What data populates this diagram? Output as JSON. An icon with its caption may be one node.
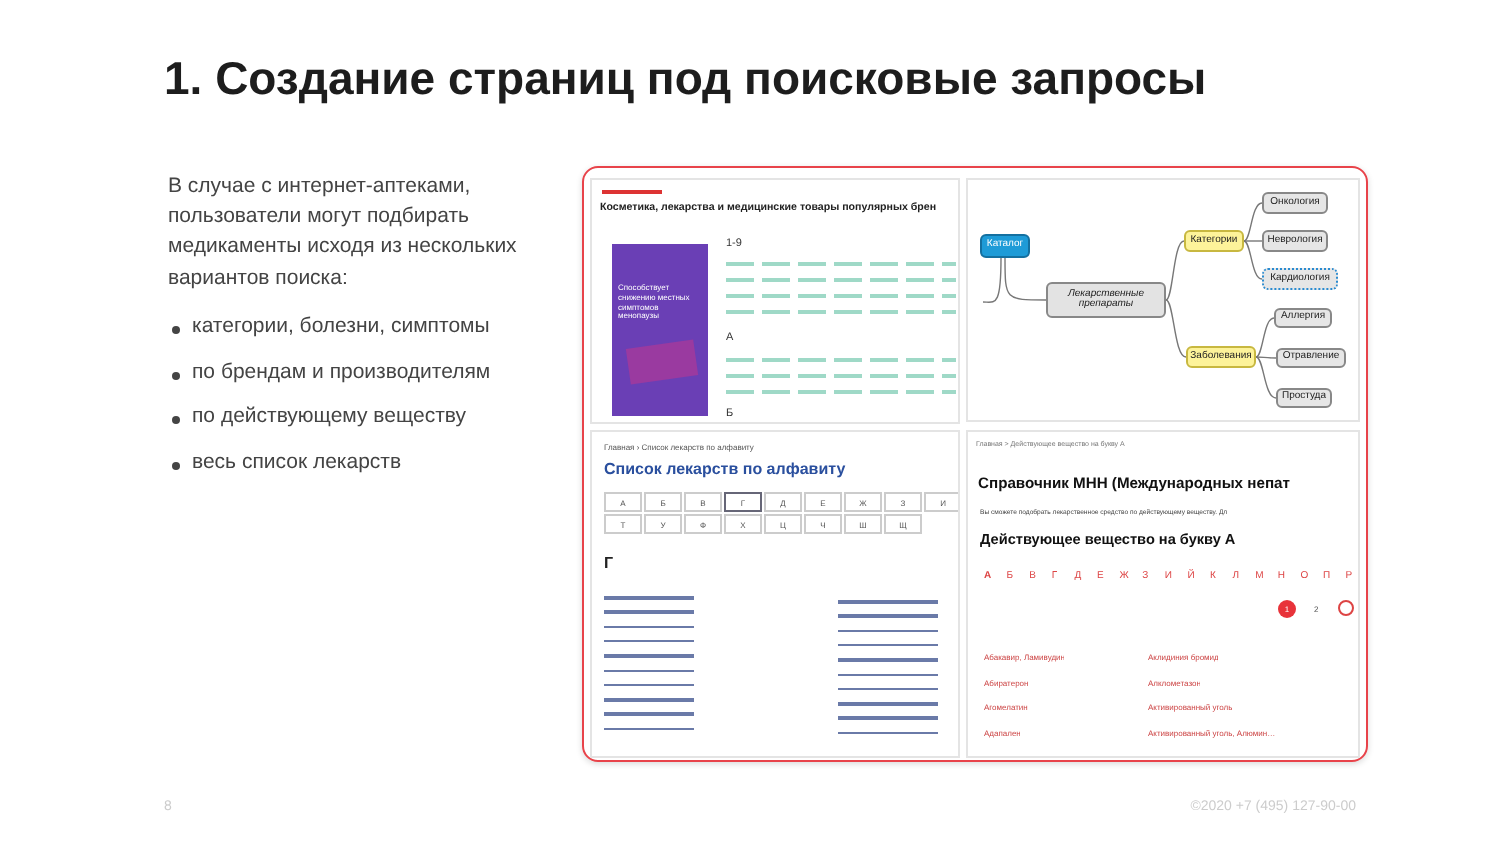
{
  "diagram": {
    "title": "1. Создание страниц под поисковые запросы",
    "nodes": [
      {
        "text": [
          "Каталог"
        ]
      },
      {
        "text": [
          "Лекарственные препараты"
        ]
      },
      {
        "text": [
          "Категории"
        ]
      },
      {
        "text": [
          "Онкология"
        ]
      },
      {
        "text": [
          "Неврология"
        ]
      },
      {
        "text": [
          "Кардиология"
        ]
      },
      {
        "text": [
          "Заболевания"
        ]
      },
      {
        "text": [
          "Аллергия"
        ]
      },
      {
        "text": [
          "Отравление"
        ]
      },
      {
        "text": [
          "Простуда"
        ]
      }
    ],
    "edges": [
      {
        "from": 0,
        "to": null,
        "arrow": "none"
      },
      {
        "from": 0,
        "to": 1,
        "arrow": "none"
      },
      {
        "from": 1,
        "to": 2,
        "arrow": "none"
      },
      {
        "from": 2,
        "to": 3,
        "arrow": "none"
      },
      {
        "from": 2,
        "to": 4,
        "arrow": "none"
      },
      {
        "from": 2,
        "to": 5,
        "arrow": "none"
      },
      {
        "from": 1,
        "to": 6,
        "arrow": "none"
      },
      {
        "from": 6,
        "to": 7,
        "arrow": "none"
      },
      {
        "from": 6,
        "to": 8,
        "arrow": "none"
      },
      {
        "from": 6,
        "to": 9,
        "arrow": "none"
      }
    ],
    "labels": [
      "В случае с интернет-аптеками, пользователи могут подбирать медикаменты исходя из нескольких вариантов поиска:",
      "категории, болезни, симптомы",
      "по брендам и производителям",
      "по действующему веществу",
      "весь список лекарств",
      "Косметика, лекарства и медицинские товары популярных брен",
      "Способствует снижению местных симптомов менопаузы",
      "1-9",
      "А",
      "Б",
      "Главная › Список лекарств по алфавиту",
      "Список лекарств по алфавиту",
      "А",
      "Б",
      "В",
      "Г",
      "Д",
      "Е",
      "Ж",
      "З",
      "И",
      "Т",
      "У",
      "Ф",
      "Х",
      "Ц",
      "Ч",
      "Ш",
      "Щ",
      "Г",
      "Главная > Действующее вещество на букву А",
      "Справочник МНН (Международных непат",
      "Вы сможете подобрать лекарственное средство по действующему веществу. Дл",
      "Действующее вещество на букву А",
      "А",
      "Б",
      "В",
      "Г",
      "Д",
      "Е",
      "Ж",
      "З",
      "И",
      "Й",
      "К",
      "Л",
      "М",
      "Н",
      "О",
      "П",
      "Р",
      "1",
      "2",
      "Абакавир, Ламивудин",
      "Аклидиния бромид",
      "Абиратерон",
      "Алклометазон",
      "Агомелатин",
      "Активированный уголь",
      "Адапален",
      "Активированный уголь, Алюмин…",
      "8",
      "©2020 +7 (495) 127-90-00"
    ]
  }
}
